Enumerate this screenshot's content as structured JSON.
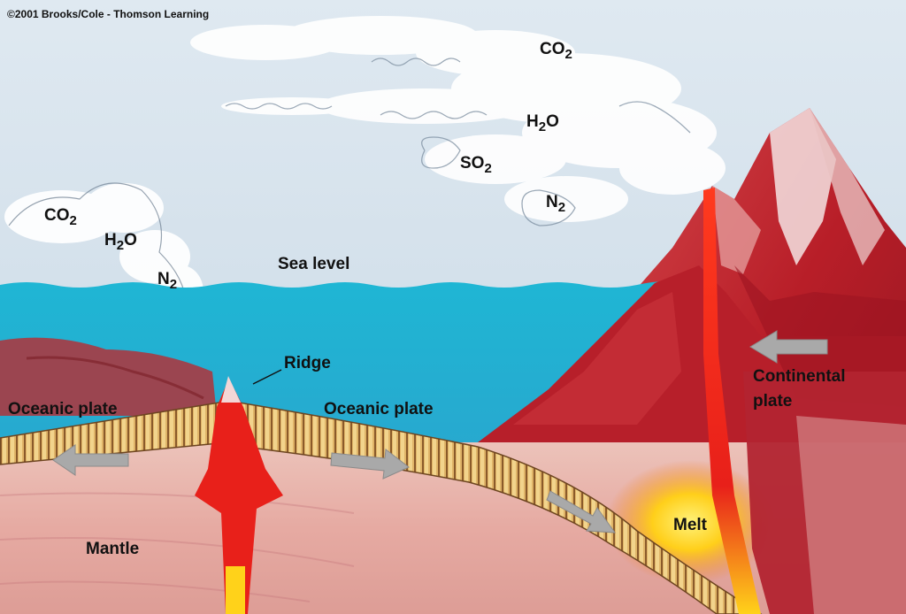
{
  "copyright": "©2001 Brooks/Cole - Thomson Learning",
  "labels": {
    "sea_level": "Sea level",
    "ridge": "Ridge",
    "oceanic_plate_left": "Oceanic plate",
    "oceanic_plate_center": "Oceanic plate",
    "continental_plate_line1": "Continental",
    "continental_plate_line2": "plate",
    "mantle": "Mantle",
    "melt": "Melt"
  },
  "gases_left": [
    {
      "base": "CO",
      "sub": "2"
    },
    {
      "base": "H",
      "sub": "2",
      "tail": "O"
    },
    {
      "base": "N",
      "sub": "2"
    }
  ],
  "gases_right": [
    {
      "base": "CO",
      "sub": "2"
    },
    {
      "base": "H",
      "sub": "2",
      "tail": "O"
    },
    {
      "base": "SO",
      "sub": "2"
    },
    {
      "base": "N",
      "sub": "2"
    }
  ],
  "colors": {
    "sky": "#cfdde8",
    "ocean": "#1fb3d2",
    "mantle": "#e8b8b0",
    "plate": "#d9a85a",
    "magma": "#e8261c",
    "melt": "#ffd21a",
    "volcano": "#b8202a",
    "arrow": "#a8a8a8"
  }
}
